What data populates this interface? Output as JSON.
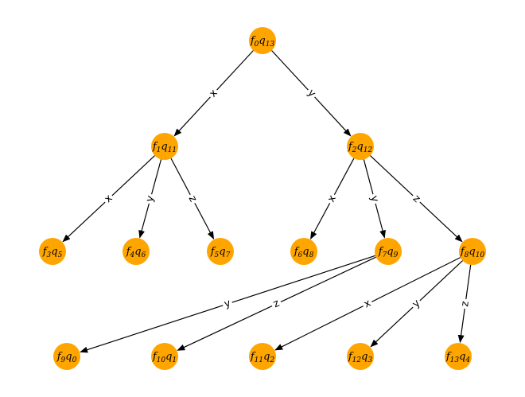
{
  "colors": {
    "node_fill": "#ffa500",
    "edge": "#000000",
    "label_background": "#ffffff"
  },
  "nodes": [
    {
      "id": "n0",
      "f": "f",
      "fsub": "0",
      "q": "q",
      "qsub": "13"
    },
    {
      "id": "n1",
      "f": "f",
      "fsub": "1",
      "q": "q",
      "qsub": "11"
    },
    {
      "id": "n2",
      "f": "f",
      "fsub": "2",
      "q": "q",
      "qsub": "12"
    },
    {
      "id": "n3",
      "f": "f",
      "fsub": "3",
      "q": "q",
      "qsub": "5"
    },
    {
      "id": "n4",
      "f": "f",
      "fsub": "4",
      "q": "q",
      "qsub": "6"
    },
    {
      "id": "n5",
      "f": "f",
      "fsub": "5",
      "q": "q",
      "qsub": "7"
    },
    {
      "id": "n6",
      "f": "f",
      "fsub": "6",
      "q": "q",
      "qsub": "8"
    },
    {
      "id": "n7",
      "f": "f",
      "fsub": "7",
      "q": "q",
      "qsub": "9"
    },
    {
      "id": "n8",
      "f": "f",
      "fsub": "8",
      "q": "q",
      "qsub": "10"
    },
    {
      "id": "n9",
      "f": "f",
      "fsub": "9",
      "q": "q",
      "qsub": "0"
    },
    {
      "id": "n10",
      "f": "f",
      "fsub": "10",
      "q": "q",
      "qsub": "1"
    },
    {
      "id": "n11",
      "f": "f",
      "fsub": "11",
      "q": "q",
      "qsub": "2"
    },
    {
      "id": "n12",
      "f": "f",
      "fsub": "12",
      "q": "q",
      "qsub": "3"
    },
    {
      "id": "n13",
      "f": "f",
      "fsub": "13",
      "q": "q",
      "qsub": "4"
    }
  ],
  "edges": [
    {
      "from": "n0",
      "to": "n1",
      "label": "x"
    },
    {
      "from": "n0",
      "to": "n2",
      "label": "y"
    },
    {
      "from": "n1",
      "to": "n3",
      "label": "x"
    },
    {
      "from": "n1",
      "to": "n4",
      "label": "y"
    },
    {
      "from": "n1",
      "to": "n5",
      "label": "z"
    },
    {
      "from": "n2",
      "to": "n6",
      "label": "x"
    },
    {
      "from": "n2",
      "to": "n7",
      "label": "y"
    },
    {
      "from": "n2",
      "to": "n8",
      "label": "z"
    },
    {
      "from": "n7",
      "to": "n9",
      "label": "y"
    },
    {
      "from": "n7",
      "to": "n10",
      "label": "z"
    },
    {
      "from": "n8",
      "to": "n11",
      "label": "x"
    },
    {
      "from": "n8",
      "to": "n12",
      "label": "y"
    },
    {
      "from": "n8",
      "to": "n13",
      "label": "z"
    }
  ]
}
